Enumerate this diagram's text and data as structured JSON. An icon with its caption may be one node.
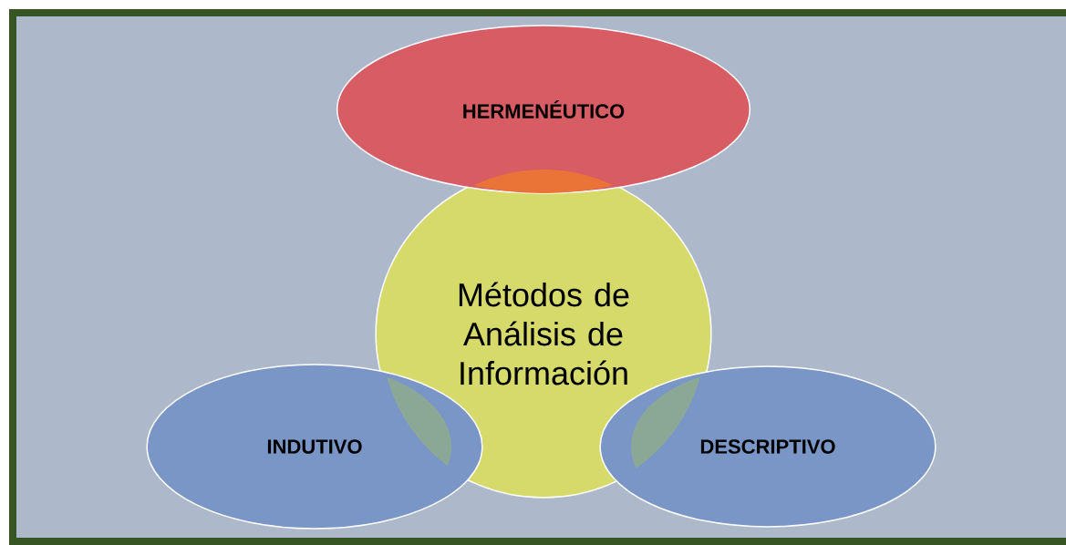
{
  "diagram": {
    "nodes": [
      {
        "text": [
          "Métodos de Análisis de Información"
        ]
      },
      {
        "text": [
          "HERMENÉUTICO"
        ]
      },
      {
        "text": [
          "INDUTIVO"
        ]
      },
      {
        "text": [
          "DESCRIPTIVO"
        ]
      }
    ]
  }
}
